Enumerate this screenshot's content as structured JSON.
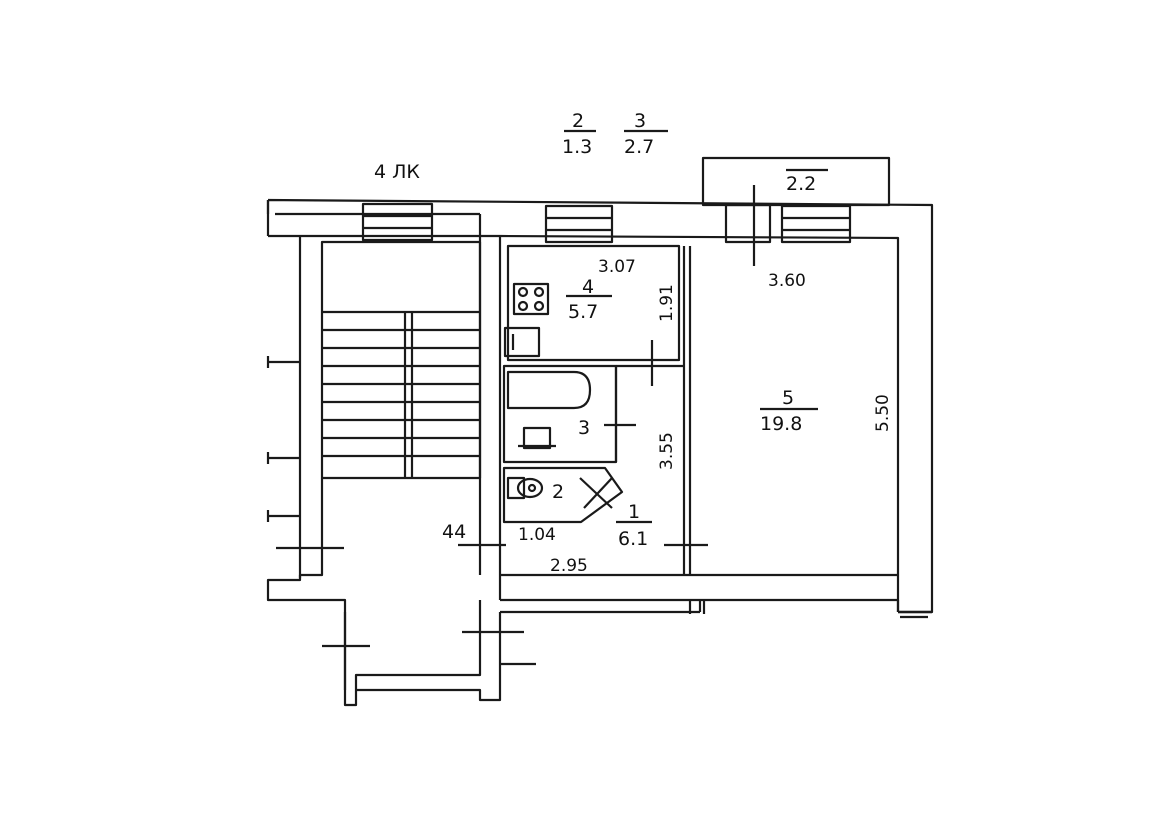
{
  "stair_label": "4 ЛК",
  "header_legend": [
    {
      "room": "2",
      "area": "1.3"
    },
    {
      "room": "3",
      "area": "2.7"
    }
  ],
  "balcony_area": "2.2",
  "rooms": [
    {
      "number": "1",
      "area": "6.1"
    },
    {
      "number": "2"
    },
    {
      "number": "3"
    },
    {
      "number": "4",
      "area": "5.7"
    },
    {
      "number": "5",
      "area": "19.8"
    }
  ],
  "dimensions": {
    "kitchen_width": "3.07",
    "kitchen_depth": "1.91",
    "room5_width": "3.60",
    "room5_depth": "5.50",
    "bath_depth": "3.55",
    "toilet_width": "1.04",
    "hall_width": "2.95",
    "wall_mark": "44"
  },
  "colors": {
    "line": "#1a1a1a",
    "background": "#ffffff"
  }
}
